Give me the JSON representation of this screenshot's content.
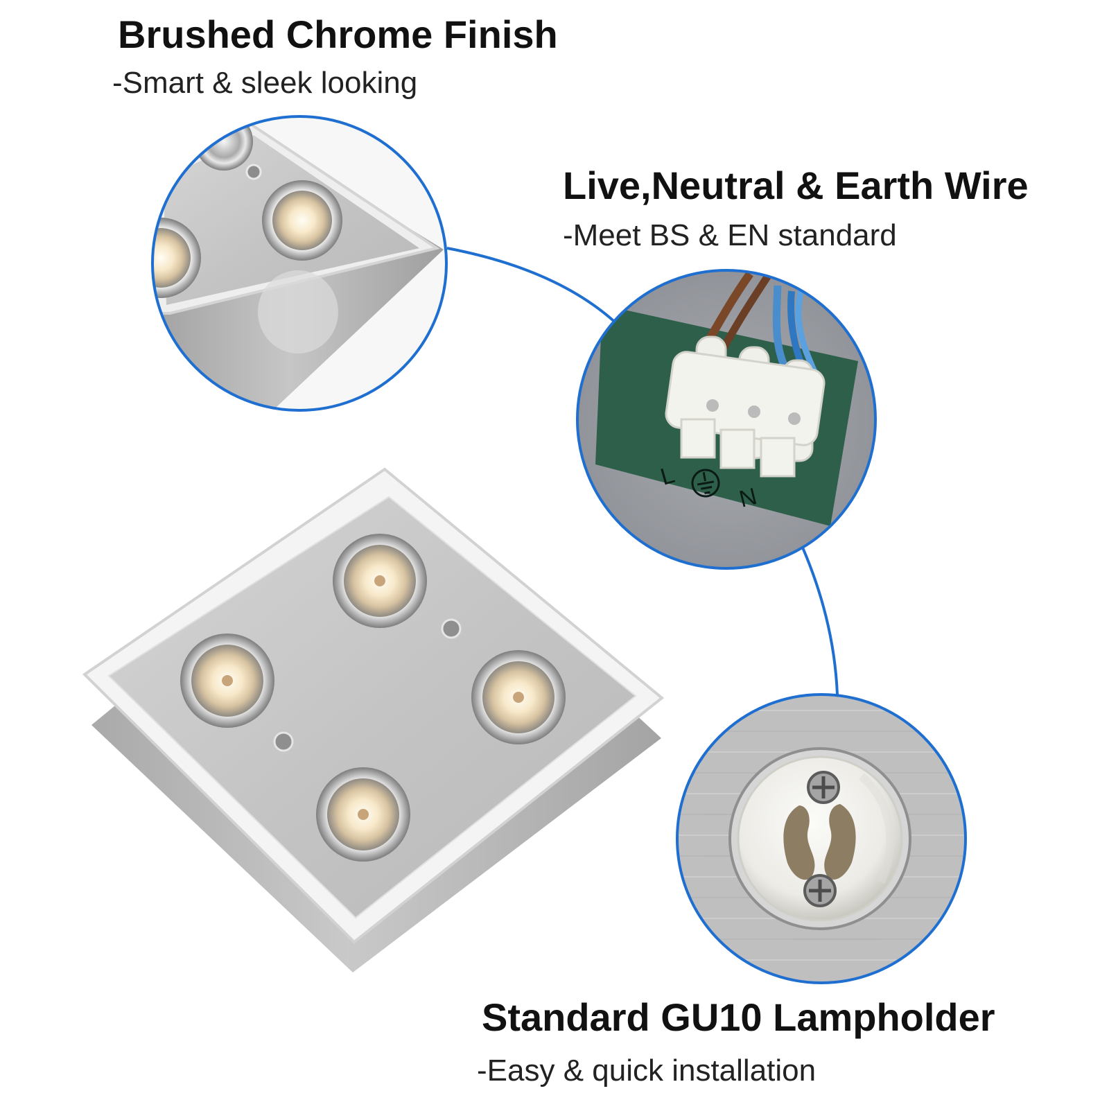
{
  "features": [
    {
      "title": "Brushed Chrome Finish",
      "subtitle": "-Smart & sleek looking"
    },
    {
      "title": "Live,Neutral & Earth Wire",
      "subtitle": "-Meet BS & EN standard"
    },
    {
      "title": "Standard GU10 Lampholder",
      "subtitle": "-Easy & quick installation"
    }
  ],
  "terminal_marks": {
    "live": "L",
    "neutral": "N"
  },
  "colors": {
    "callout_ring": "#1f6fd1",
    "chrome": "#c9c9c9",
    "brushed_nickel": "#a9a9a9",
    "warm_light": "#f4e3bd",
    "terminal_board": "#2d5f4b",
    "wire_brown": "#7a4728",
    "wire_blue": "#4a8dcc"
  }
}
